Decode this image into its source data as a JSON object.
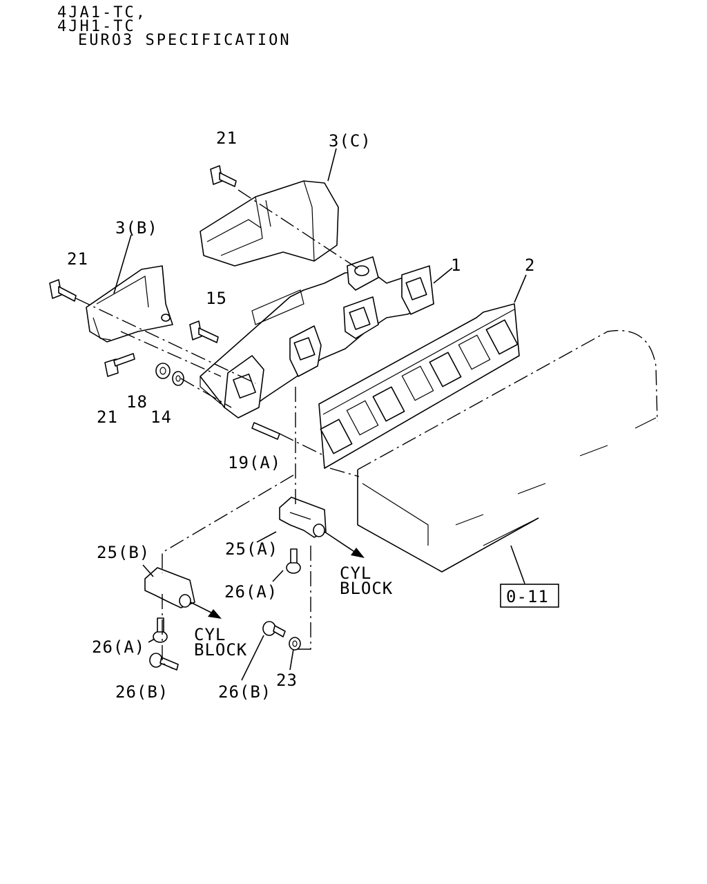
{
  "header": {
    "line1": "4JA1-TC,",
    "line2": "4JH1-TC",
    "line3": "EURO3 SPECIFICATION"
  },
  "callouts": {
    "c1": "1",
    "c2": "2",
    "c3b": "3(B)",
    "c3c": "3(C)",
    "c14": "14",
    "c15": "15",
    "c18": "18",
    "c19a": "19(A)",
    "c21_top": "21",
    "c21_left": "21",
    "c21_low": "21",
    "c23": "23",
    "c25a": "25(A)",
    "c25b": "25(B)",
    "c26a_mid": "26(A)",
    "c26a_left": "26(A)",
    "c26b_left": "26(B)",
    "c26b_mid": "26(B)"
  },
  "notes": {
    "cyl_block_1_line1": "CYL",
    "cyl_block_1_line2": "BLOCK",
    "cyl_block_2_line1": "CYL",
    "cyl_block_2_line2": "BLOCK"
  },
  "reference_box": "0-11"
}
